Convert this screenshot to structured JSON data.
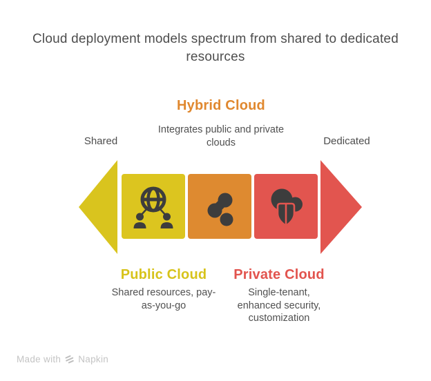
{
  "title": "Cloud deployment models spectrum from shared to dedicated resources",
  "spectrum": {
    "left_label": "Shared",
    "right_label": "Dedicated"
  },
  "stages": [
    {
      "name": "Public Cloud",
      "description": "Shared resources, pay-as-you-go",
      "color": "#dcc51f",
      "label_color": "#d7c31b",
      "icon": "globe-users-icon"
    },
    {
      "name": "Hybrid Cloud",
      "description": "Integrates public and private clouds",
      "color": "#de8a30",
      "label_color": "#e0882f",
      "icon": "share-nodes-icon"
    },
    {
      "name": "Private Cloud",
      "description": "Single-tenant, enhanced security, customization",
      "color": "#e2554f",
      "label_color": "#e2544e",
      "icon": "cloud-shield-icon"
    }
  ],
  "arrow": {
    "left_color": "#d9c41e",
    "right_color": "#e2554f"
  },
  "icon_color": "#3d3d3d",
  "footer": {
    "prefix": "Made with",
    "brand": "Napkin",
    "logo_icon": "napkin-logo-icon"
  }
}
